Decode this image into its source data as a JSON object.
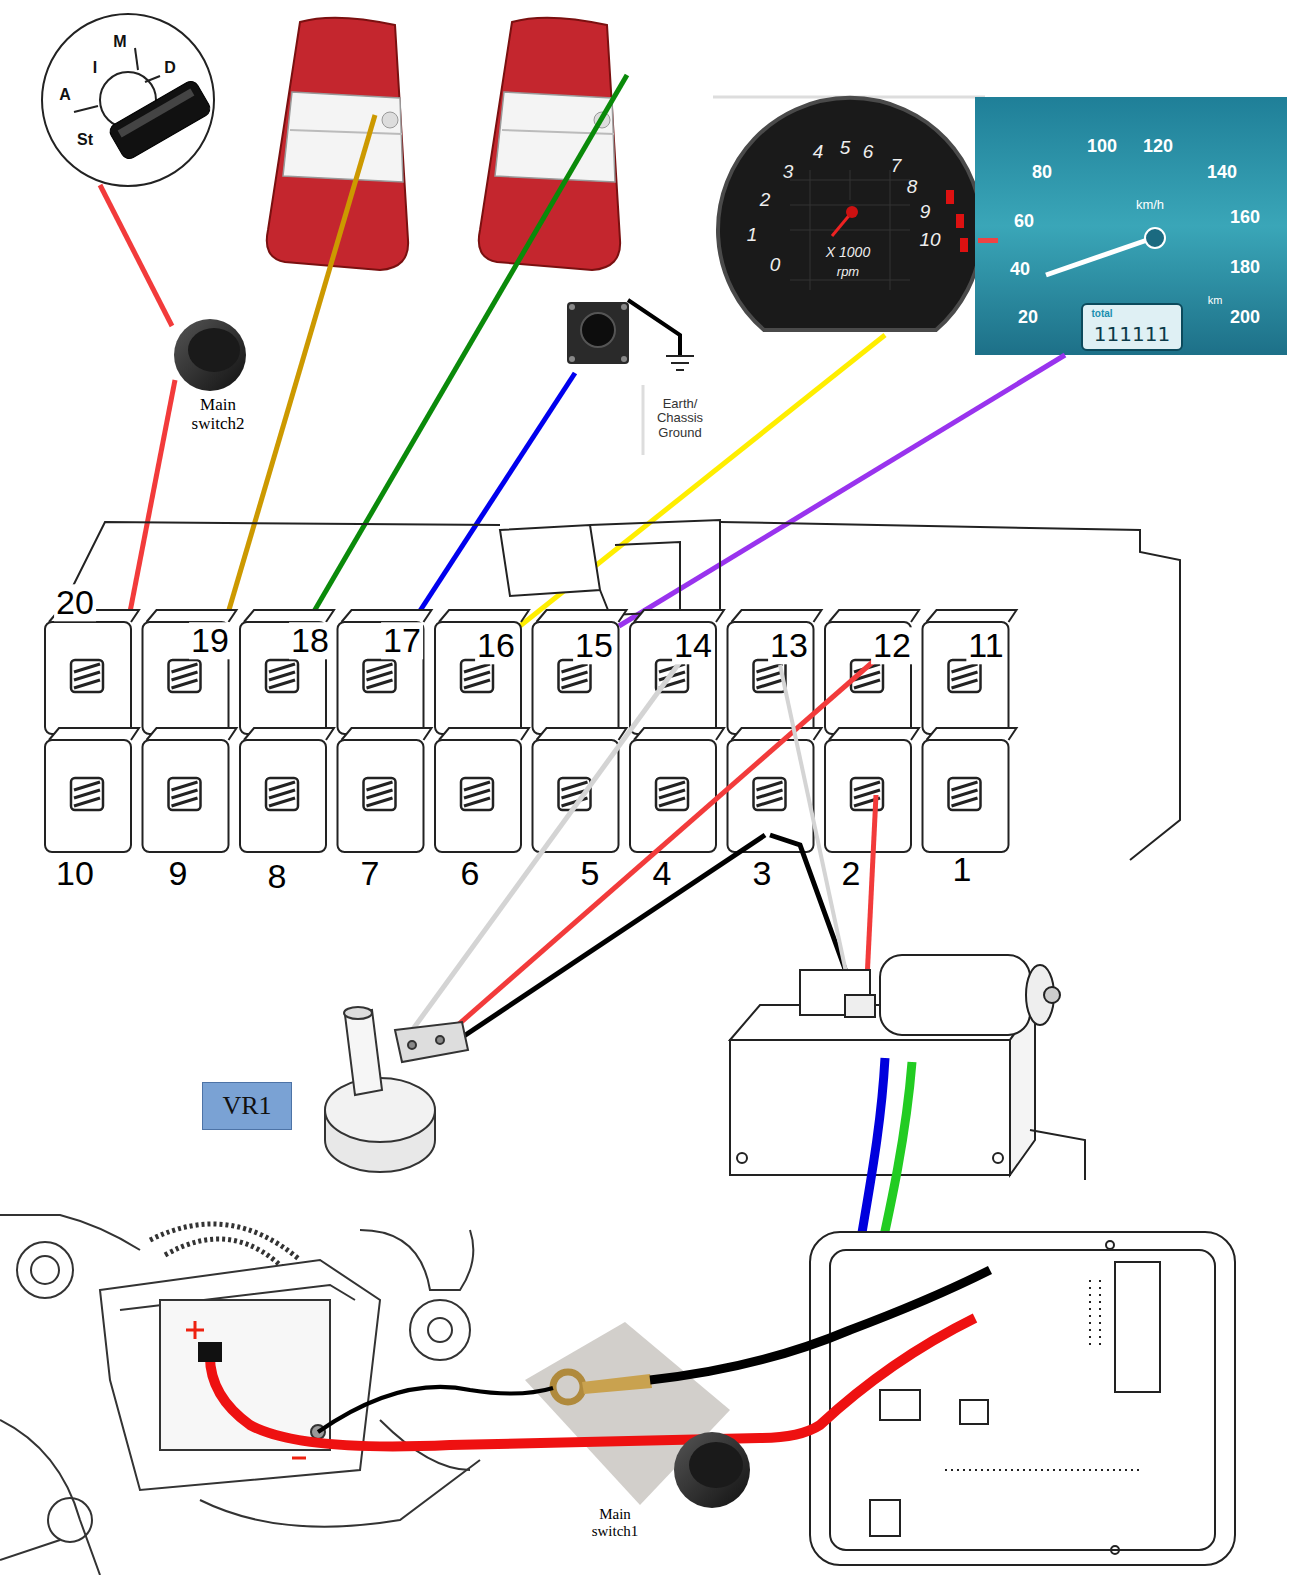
{
  "diagram": {
    "nodes": [
      {
        "text": [
          "VR1"
        ]
      }
    ],
    "labels": [
      "St",
      "A",
      "I",
      "M",
      "D",
      "20",
      "19",
      "18",
      "17",
      "16",
      "15",
      "14",
      "13",
      "12",
      "11",
      "10",
      "9",
      "8",
      "7",
      "6",
      "5",
      "4",
      "3",
      "2",
      "1",
      "Main switch2",
      "Earth/ Chassis Ground",
      "0",
      "1",
      "2",
      "3",
      "4",
      "5",
      "6",
      "7",
      "8",
      "9",
      "10",
      "X 1000",
      "rpm",
      "20",
      "40",
      "60",
      "80",
      "100",
      "120",
      "140",
      "160",
      "180",
      "200",
      "km/h",
      "km",
      "total",
      "111111",
      "Main switch1"
    ]
  }
}
